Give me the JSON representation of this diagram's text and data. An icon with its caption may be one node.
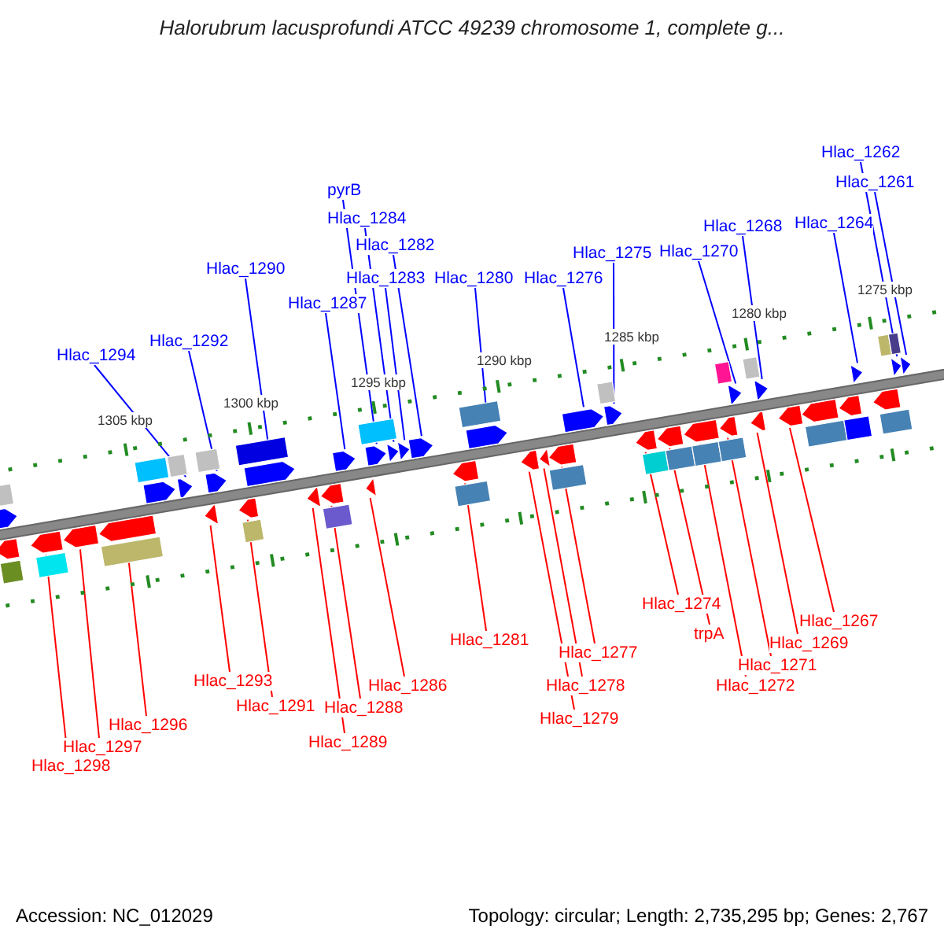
{
  "diagram": {
    "title": "Halorubrum lacusprofundi ATCC 49239 chromosome 1, complete g...",
    "nodes": [
      {
        "text": [
          "Hlac_1294"
        ]
      },
      {
        "text": [
          "Hlac_1292"
        ]
      },
      {
        "text": [
          "Hlac_1290"
        ]
      },
      {
        "text": [
          "Hlac_1287"
        ]
      },
      {
        "text": [
          "pyrB"
        ]
      },
      {
        "text": [
          "Hlac_1284"
        ]
      },
      {
        "text": [
          "Hlac_1282"
        ]
      },
      {
        "text": [
          "Hlac_1283"
        ]
      },
      {
        "text": [
          "Hlac_1280"
        ]
      },
      {
        "text": [
          "Hlac_1276"
        ]
      },
      {
        "text": [
          "Hlac_1275"
        ]
      },
      {
        "text": [
          "Hlac_1270"
        ]
      },
      {
        "text": [
          "Hlac_1268"
        ]
      },
      {
        "text": [
          "Hlac_1264"
        ]
      },
      {
        "text": [
          "Hlac_1262"
        ]
      },
      {
        "text": [
          "Hlac_1261"
        ]
      },
      {
        "text": [
          "Hlac_1298"
        ]
      },
      {
        "text": [
          "Hlac_1297"
        ]
      },
      {
        "text": [
          "Hlac_1296"
        ]
      },
      {
        "text": [
          "Hlac_1293"
        ]
      },
      {
        "text": [
          "Hlac_1291"
        ]
      },
      {
        "text": [
          "Hlac_1289"
        ]
      },
      {
        "text": [
          "Hlac_1288"
        ]
      },
      {
        "text": [
          "Hlac_1286"
        ]
      },
      {
        "text": [
          "Hlac_1281"
        ]
      },
      {
        "text": [
          "Hlac_1279"
        ]
      },
      {
        "text": [
          "Hlac_1278"
        ]
      },
      {
        "text": [
          "Hlac_1277"
        ]
      },
      {
        "text": [
          "Hlac_1274"
        ]
      },
      {
        "text": [
          "trpA"
        ]
      },
      {
        "text": [
          "Hlac_1272"
        ]
      },
      {
        "text": [
          "Hlac_1271"
        ]
      },
      {
        "text": [
          "Hlac_1269"
        ]
      },
      {
        "text": [
          "Hlac_1267"
        ]
      },
      {
        "text": [],
        "shape": "arrow"
      },
      {
        "text": [],
        "shape": "arrow"
      },
      {
        "text": [],
        "shape": "arrow"
      },
      {
        "text": [],
        "shape": "arrow"
      },
      {
        "text": [],
        "shape": "arrow"
      },
      {
        "text": [],
        "shape": "arrow"
      },
      {
        "text": [],
        "shape": "arrow"
      },
      {
        "text": [],
        "shape": "arrow"
      },
      {
        "text": [],
        "shape": "arrow"
      },
      {
        "text": [],
        "shape": "arrow"
      },
      {
        "text": [],
        "shape": "arrow"
      },
      {
        "text": [],
        "shape": "arrow"
      },
      {
        "text": [],
        "shape": "arrow"
      },
      {
        "text": [],
        "shape": "arrow"
      },
      {
        "text": [],
        "shape": "arrow"
      },
      {
        "text": [],
        "shape": "arrow"
      },
      {
        "text": [],
        "shape": "arrow"
      },
      {
        "text": [],
        "shape": "arrow"
      },
      {
        "text": [],
        "shape": "box"
      },
      {
        "text": [],
        "shape": "box"
      },
      {
        "text": [],
        "shape": "box"
      },
      {
        "text": [],
        "shape": "box"
      },
      {
        "text": [],
        "shape": "box"
      },
      {
        "text": [],
        "shape": "box"
      },
      {
        "text": [],
        "shape": "box"
      },
      {
        "text": [],
        "shape": "box"
      },
      {
        "text": [],
        "shape": "box"
      },
      {
        "text": [],
        "shape": "box"
      },
      {
        "text": [],
        "shape": "box"
      },
      {
        "text": [],
        "shape": "box"
      },
      {
        "text": [],
        "shape": "arrow"
      },
      {
        "text": [],
        "shape": "arrow"
      },
      {
        "text": [],
        "shape": "arrow"
      },
      {
        "text": [],
        "shape": "arrow"
      },
      {
        "text": [],
        "shape": "arrow"
      },
      {
        "text": [],
        "shape": "arrow"
      },
      {
        "text": [],
        "shape": "arrow"
      },
      {
        "text": [],
        "shape": "arrow"
      },
      {
        "text": [],
        "shape": "arrow"
      },
      {
        "text": [],
        "shape": "arrow"
      },
      {
        "text": [],
        "shape": "arrow"
      },
      {
        "text": [],
        "shape": "arrow"
      },
      {
        "text": [],
        "shape": "arrow"
      },
      {
        "text": [],
        "shape": "arrow"
      },
      {
        "text": [],
        "shape": "arrow"
      },
      {
        "text": [],
        "shape": "arrow"
      },
      {
        "text": [],
        "shape": "arrow"
      },
      {
        "text": [],
        "shape": "arrow"
      },
      {
        "text": [],
        "shape": "arrow"
      },
      {
        "text": [],
        "shape": "arrow"
      },
      {
        "text": [],
        "shape": "arrow"
      },
      {
        "text": [],
        "shape": "arrow"
      },
      {
        "text": [],
        "shape": "box"
      },
      {
        "text": [],
        "shape": "box"
      },
      {
        "text": [],
        "shape": "box"
      },
      {
        "text": [],
        "shape": "box"
      },
      {
        "text": [],
        "shape": "box"
      },
      {
        "text": [],
        "shape": "box"
      },
      {
        "text": [],
        "shape": "box"
      },
      {
        "text": [],
        "shape": "box"
      },
      {
        "text": [],
        "shape": "box"
      },
      {
        "text": [],
        "shape": "box"
      },
      {
        "text": [],
        "shape": "box"
      },
      {
        "text": [],
        "shape": "box"
      },
      {
        "text": [],
        "shape": "box"
      },
      {
        "text": [],
        "shape": "box"
      }
    ],
    "edges": [
      {
        "from": 0,
        "to": 36,
        "arrow": "none",
        "color": "#0000ff"
      },
      {
        "from": 1,
        "to": 37,
        "arrow": "none",
        "color": "#0000ff"
      },
      {
        "from": 2,
        "to": 38,
        "arrow": "none",
        "color": "#0000ff"
      },
      {
        "from": 3,
        "to": 39,
        "arrow": "none",
        "color": "#0000ff"
      },
      {
        "from": 4,
        "to": 40,
        "arrow": "none",
        "color": "#0000ff"
      },
      {
        "from": 5,
        "to": 41,
        "arrow": "none",
        "color": "#0000ff"
      },
      {
        "from": 6,
        "to": 43,
        "arrow": "none",
        "color": "#0000ff"
      },
      {
        "from": 7,
        "to": 42,
        "arrow": "none",
        "color": "#0000ff"
      },
      {
        "from": 8,
        "to": 44,
        "arrow": "none",
        "color": "#0000ff"
      },
      {
        "from": 9,
        "to": 45,
        "arrow": "none",
        "color": "#0000ff"
      },
      {
        "from": 10,
        "to": 46,
        "arrow": "none",
        "color": "#0000ff"
      },
      {
        "from": 11,
        "to": 47,
        "arrow": "none",
        "color": "#0000ff"
      },
      {
        "from": 12,
        "to": 48,
        "arrow": "none",
        "color": "#0000ff"
      },
      {
        "from": 13,
        "to": 49,
        "arrow": "none",
        "color": "#0000ff"
      },
      {
        "from": 14,
        "to": 50,
        "arrow": "none",
        "color": "#0000ff"
      },
      {
        "from": 15,
        "to": 51,
        "arrow": "none",
        "color": "#0000ff"
      },
      {
        "from": 16,
        "to": 65,
        "arrow": "none"
      },
      {
        "from": 17,
        "to": 66,
        "arrow": "none"
      },
      {
        "from": 18,
        "to": 67,
        "arrow": "none"
      },
      {
        "from": 19,
        "to": 68,
        "arrow": "none"
      },
      {
        "from": 20,
        "to": 69,
        "arrow": "none"
      },
      {
        "from": 21,
        "to": 70,
        "arrow": "none"
      },
      {
        "from": 22,
        "to": 71,
        "arrow": "none"
      },
      {
        "from": 23,
        "to": 72,
        "arrow": "none"
      },
      {
        "from": 24,
        "to": 73,
        "arrow": "none"
      },
      {
        "from": 25,
        "to": 74,
        "arrow": "none"
      },
      {
        "from": 26,
        "to": 75,
        "arrow": "none"
      },
      {
        "from": 27,
        "to": 76,
        "arrow": "none"
      },
      {
        "from": 28,
        "to": 77,
        "arrow": "none"
      },
      {
        "from": 29,
        "to": 78,
        "arrow": "none"
      },
      {
        "from": 30,
        "to": 79,
        "arrow": "none"
      },
      {
        "from": 31,
        "to": 80,
        "arrow": "none"
      },
      {
        "from": 32,
        "to": 81,
        "arrow": "none"
      },
      {
        "from": 33,
        "to": 82,
        "arrow": "none"
      }
    ],
    "labels": [
      "1305 kbp",
      "1300 kbp",
      "1295 kbp",
      "1290 kbp",
      "1285 kbp",
      "1280 kbp",
      "1275 kbp",
      "Accession: NC_012029",
      "Topology: circular; Length: 2,735,295 bp; Genes: 2,767"
    ]
  }
}
